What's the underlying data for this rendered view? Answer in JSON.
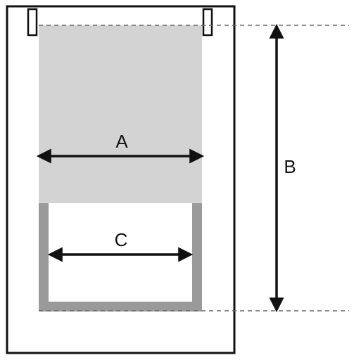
{
  "labels": {
    "a": "A",
    "b": "B",
    "c": "C"
  },
  "colors": {
    "frame": "#111111",
    "blind_fabric": "#d3d3d3",
    "recess_lining": "#9a9a9a",
    "dashed_guide": "#666666",
    "arrow": "#111111"
  }
}
